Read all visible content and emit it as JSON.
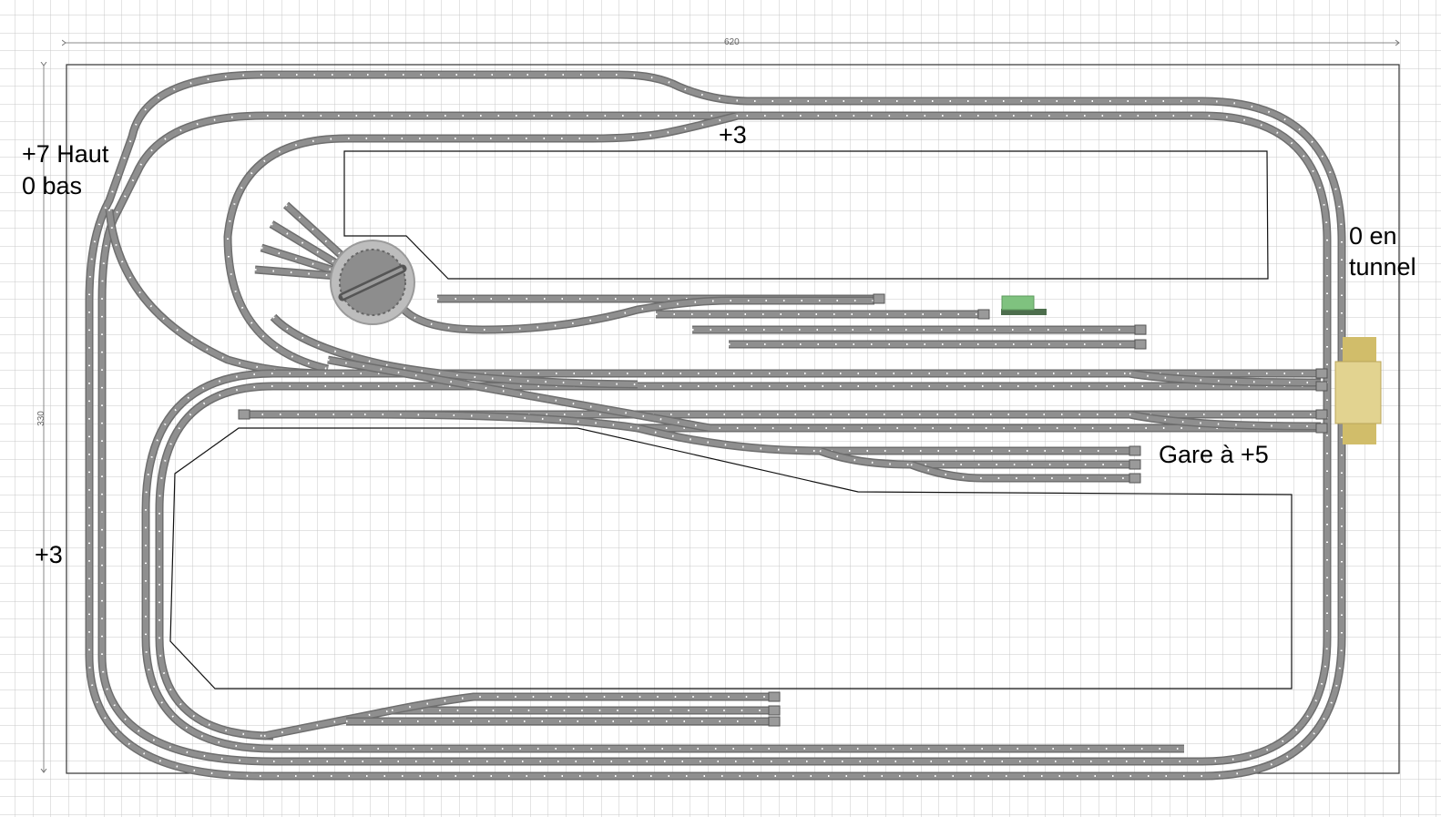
{
  "dimensions": {
    "width_label": "620",
    "height_label": "330"
  },
  "labels": {
    "top_left_line1": "+7 Haut",
    "top_left_line2": "0 bas",
    "top_middle": "+3",
    "right_line1": "0 en",
    "right_line2": "tunnel",
    "station": "Gare à +5",
    "left_middle": "+3"
  },
  "colors": {
    "grid": "#c9c9c9",
    "track_bed": "#8f8f8f",
    "track_edge": "#6e6e6e",
    "sleeper": "#ffffff",
    "outline": "#000000",
    "turntable": "#a8a8a8",
    "building_green": "#7fc27f",
    "building_yellow": "#d8c878"
  },
  "icons": [
    "turntable-icon",
    "green-building-icon",
    "tunnel-portal-icon"
  ]
}
